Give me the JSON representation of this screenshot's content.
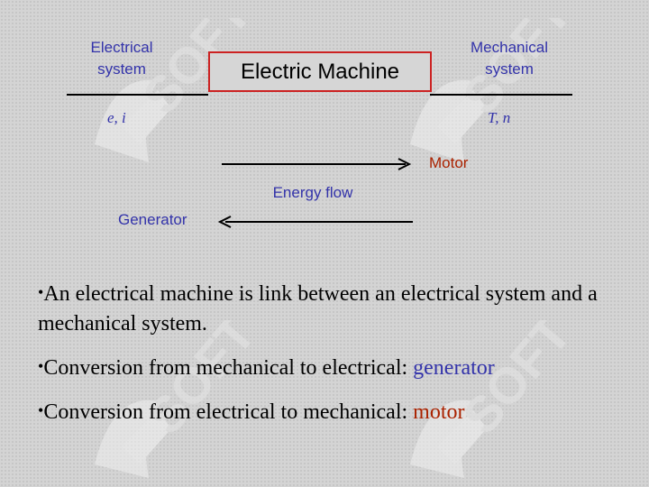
{
  "diagram": {
    "left_label": "Electrical\nsystem",
    "right_label": "Mechanical\nsystem",
    "box_title": "Electric Machine",
    "left_vars": "e, i",
    "right_vars": "T, n",
    "motor_label": "Motor",
    "energy_label": "Energy flow",
    "generator_label": "Generator"
  },
  "bullets": [
    {
      "text": "An electrical machine is link between an electrical system and a mechanical system.",
      "highlight": ""
    },
    {
      "text": "Conversion from mechanical to electrical: ",
      "highlight": "generator"
    },
    {
      "text": "Conversion from electrical to mechanical: ",
      "highlight": "motor"
    }
  ],
  "colors": {
    "blue": "#3333aa",
    "red": "#aa2200",
    "box_border": "#cc2222"
  }
}
